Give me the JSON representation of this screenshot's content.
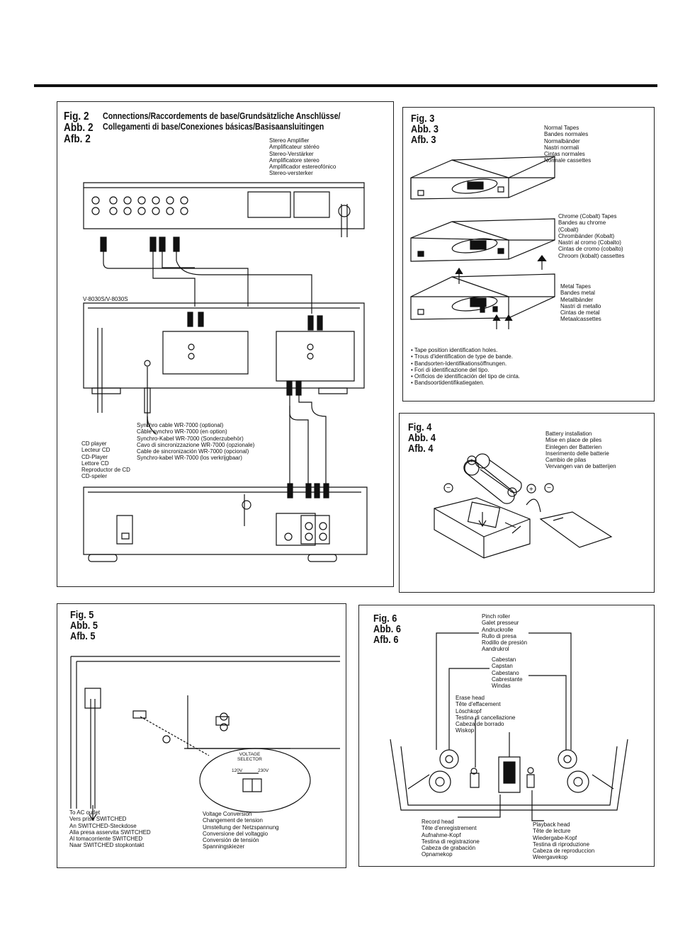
{
  "fig2": {
    "label": [
      "Fig. 2",
      "Abb. 2",
      "Afb. 2"
    ],
    "heading": [
      "Connections/Raccordements de base/Grundsätzliche Anschlüsse/",
      "Collegamenti di base/Conexiones básicas/Basisaansluitingen"
    ],
    "amplifier": [
      "Stereo Amplifier",
      "Amplificateur stéréo",
      "Stereo-Verstärker",
      "Amplificatore stereo",
      "Amplificador estereofónico",
      "Stereo-versterker"
    ],
    "model": "V-8030S/V-8030S",
    "synchro": [
      "Synchro cable WR-7000 (optional)",
      "Câble synchro WR-7000 (en option)",
      "Synchro-Kabel WR-7000 (Sonderzubehör)",
      "Cavo di sincronizzazione WR-7000 (opzionale)",
      "Cable de sincronización WR-7000 (opcional)",
      "Synchro-kabel WR-7000 (los verkrijgbaar)"
    ],
    "cd_player": [
      "CD player",
      "Lecteur CD",
      "CD-Player",
      "Lettore CD",
      "Reproductor de CD",
      "CD-speler"
    ]
  },
  "fig3": {
    "label": [
      "Fig. 3",
      "Abb. 3",
      "Afb. 3"
    ],
    "normal": [
      "Normal Tapes",
      "Bandes normales",
      "Normalbänder",
      "Nastri normali",
      "Cintas normales",
      "Normale cassettes"
    ],
    "chrome": [
      "Chrome (Cobalt) Tapes",
      "Bandes au chrome",
      "(Cobalt)",
      "Chrombänder (Kobalt)",
      "Nastri al cromo (Cobalto)",
      "Cintas de cromo (cobalto)",
      "Chroom (kobalt) cassettes"
    ],
    "metal": [
      "Metal Tapes",
      "Bandes metal",
      "Metallbänder",
      "Nastri di metallo",
      "Cintas de metal",
      "Metaalcassettes"
    ],
    "holes": [
      "• Tape position identification holes.",
      "• Trous d'identification de type de bande.",
      "• Bandsorten-Identifikationsöffnungen.",
      "• Fori di identificazione del tipo.",
      "• Orificios de identificación del tipo de cinta.",
      "• Bandsoortidentifikatiegaten."
    ]
  },
  "fig4": {
    "label": [
      "Fig. 4",
      "Abb. 4",
      "Afb. 4"
    ],
    "battery": [
      "Battery installation",
      "Mise en place de piles",
      "Einlegen der Batterien",
      "Inserimento delle batterie",
      "Cambio de pilas",
      "Vervangen van de batterijen"
    ]
  },
  "fig5": {
    "label": [
      "Fig. 5",
      "Abb. 5",
      "Afb. 5"
    ],
    "outlet": [
      "To AC outlet",
      "Vers prise SWITCHED",
      "An SWITCHED-Steckdose",
      "Alla presa asservita SWITCHED",
      "Al tomacorriente SWITCHED",
      "Naar SWITCHED stopkontakt"
    ],
    "voltage": [
      "Voltage Conversion",
      "Changement de tension",
      "Umstellung der Netzspannung",
      "Conversione del voltaggio",
      "Conversión de tensión",
      "Spanningskiezer"
    ],
    "selector_title": [
      "VOLTAGE",
      "SELECTOR"
    ],
    "v120": "120V",
    "v230": "230V"
  },
  "fig6": {
    "label": [
      "Fig. 6",
      "Abb. 6",
      "Afb. 6"
    ],
    "pinch": [
      "Pinch roller",
      "Galet presseur",
      "Andruckrolle",
      "Rullo di presa",
      "Rodillo de presión",
      "Aandrukrol"
    ],
    "capstan": [
      "Cabestan",
      "Capstan",
      "Cabestano",
      "Cabrestante",
      "Windas"
    ],
    "erase": [
      "Erase head",
      "Tête d'effacement",
      "Löschkopf",
      "Testina di cancellazione",
      "Cabeza de borrado",
      "Wiskop"
    ],
    "record": [
      "Record head",
      "Tête d'enregistrement",
      "Aufnahme-Kopf",
      "Testina di registrazione",
      "Cabeza de grabación",
      "Opnamekop"
    ],
    "playback": [
      "Playback head",
      "Tête de lecture",
      "Wiedergabe-Kopf",
      "Testina di riproduzione",
      "Cabeza de reproduccion",
      "Weergavekop"
    ]
  }
}
